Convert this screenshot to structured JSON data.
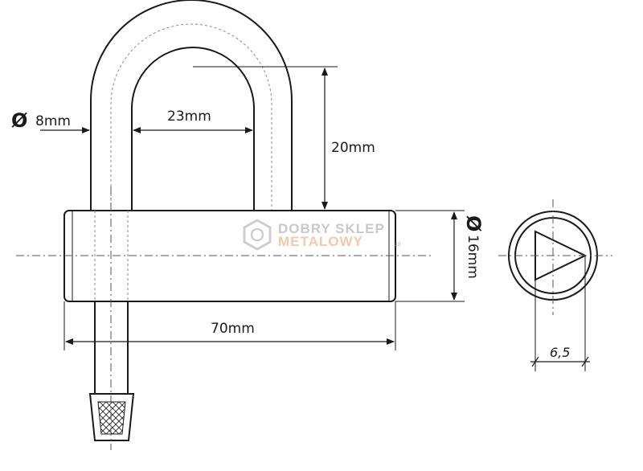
{
  "dimensions": {
    "shackle_diameter": {
      "symbol": "Ø",
      "value": "8mm"
    },
    "shackle_inner_width": "23mm",
    "shackle_clearance": "20mm",
    "body_diameter": {
      "symbol": "Ø",
      "value": "16mm"
    },
    "body_length": "70mm",
    "key_size": "6,5"
  },
  "watermark": {
    "line1": "DOBRY SKLEP",
    "line2": "METALOWY",
    "suffix": ".pl"
  }
}
